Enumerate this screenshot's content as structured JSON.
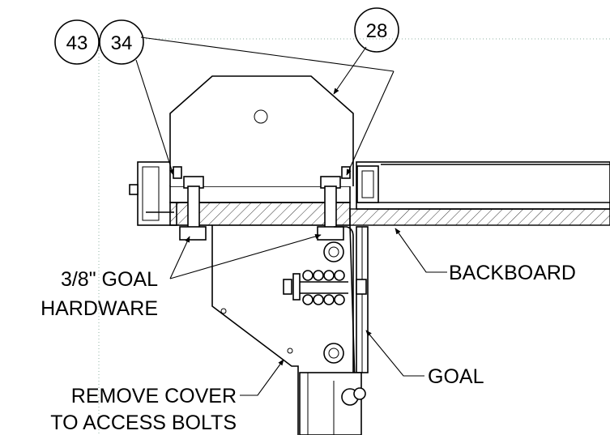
{
  "balloons": [
    {
      "id": "balloon-43",
      "label": "43"
    },
    {
      "id": "balloon-34",
      "label": "34"
    },
    {
      "id": "balloon-28",
      "label": "28"
    }
  ],
  "callouts": {
    "goal_hardware": [
      "3/8\" GOAL",
      "HARDWARE"
    ],
    "backboard": "BACKBOARD",
    "goal": "GOAL",
    "remove_cover": [
      "REMOVE COVER",
      "TO ACCESS BOLTS"
    ]
  }
}
